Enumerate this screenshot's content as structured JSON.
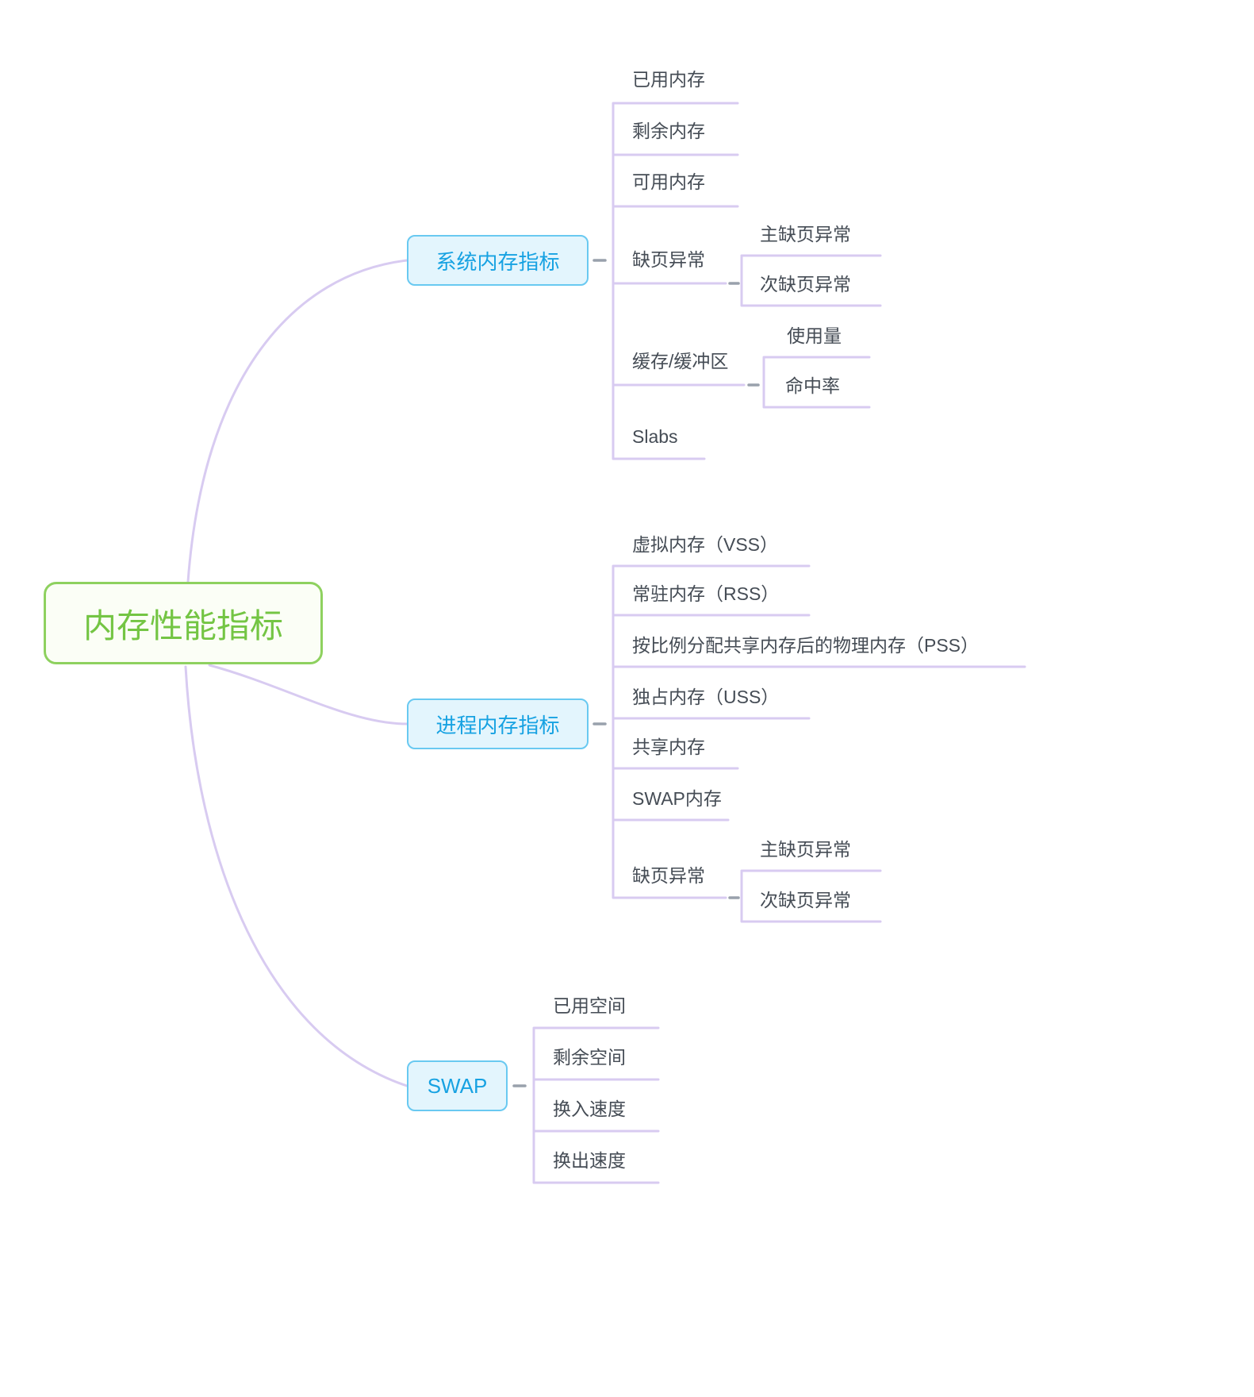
{
  "mindmap": {
    "root": {
      "label": "内存性能指标"
    },
    "branches": [
      {
        "label": "系统内存指标",
        "children": [
          {
            "label": "已用内存"
          },
          {
            "label": "剩余内存"
          },
          {
            "label": "可用内存"
          },
          {
            "label": "缺页异常",
            "children": [
              {
                "label": "主缺页异常"
              },
              {
                "label": "次缺页异常"
              }
            ]
          },
          {
            "label": "缓存/缓冲区",
            "children": [
              {
                "label": "使用量"
              },
              {
                "label": "命中率"
              }
            ]
          },
          {
            "label": "Slabs"
          }
        ]
      },
      {
        "label": "进程内存指标",
        "children": [
          {
            "label": "虚拟内存（VSS）"
          },
          {
            "label": "常驻内存（RSS）"
          },
          {
            "label": "按比例分配共享内存后的物理内存（PSS）"
          },
          {
            "label": "独占内存（USS）"
          },
          {
            "label": "共享内存"
          },
          {
            "label": "SWAP内存"
          },
          {
            "label": "缺页异常",
            "children": [
              {
                "label": "主缺页异常"
              },
              {
                "label": "次缺页异常"
              }
            ]
          }
        ]
      },
      {
        "label": "SWAP",
        "children": [
          {
            "label": "已用空间"
          },
          {
            "label": "剩余空间"
          },
          {
            "label": "换入速度"
          },
          {
            "label": "换出速度"
          }
        ]
      }
    ],
    "colors": {
      "root_accent": "#74C544",
      "branch_accent": "#17A2E2",
      "connector": "#D8CBF1",
      "dash": "#99A1AC",
      "leaf_text": "#454C55"
    }
  }
}
